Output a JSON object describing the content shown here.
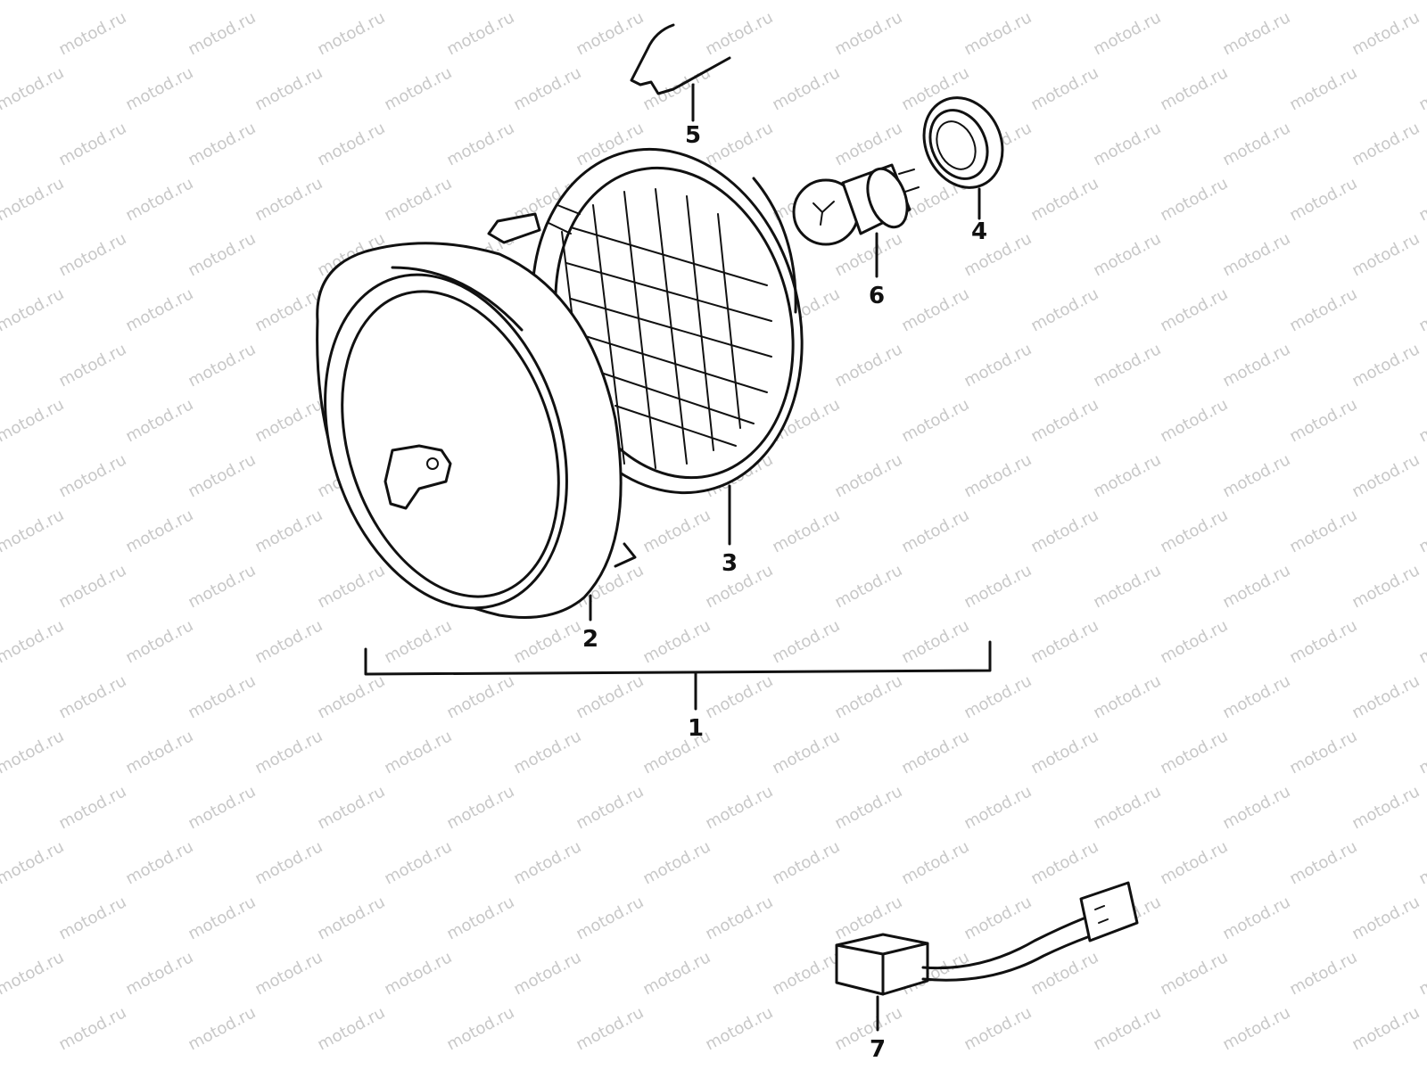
{
  "watermark": {
    "text": "motod.ru"
  },
  "callouts": [
    {
      "id": "1",
      "label": "1"
    },
    {
      "id": "2",
      "label": "2"
    },
    {
      "id": "3",
      "label": "3"
    },
    {
      "id": "4",
      "label": "4"
    },
    {
      "id": "5",
      "label": "5"
    },
    {
      "id": "6",
      "label": "6"
    },
    {
      "id": "7",
      "label": "7"
    }
  ]
}
